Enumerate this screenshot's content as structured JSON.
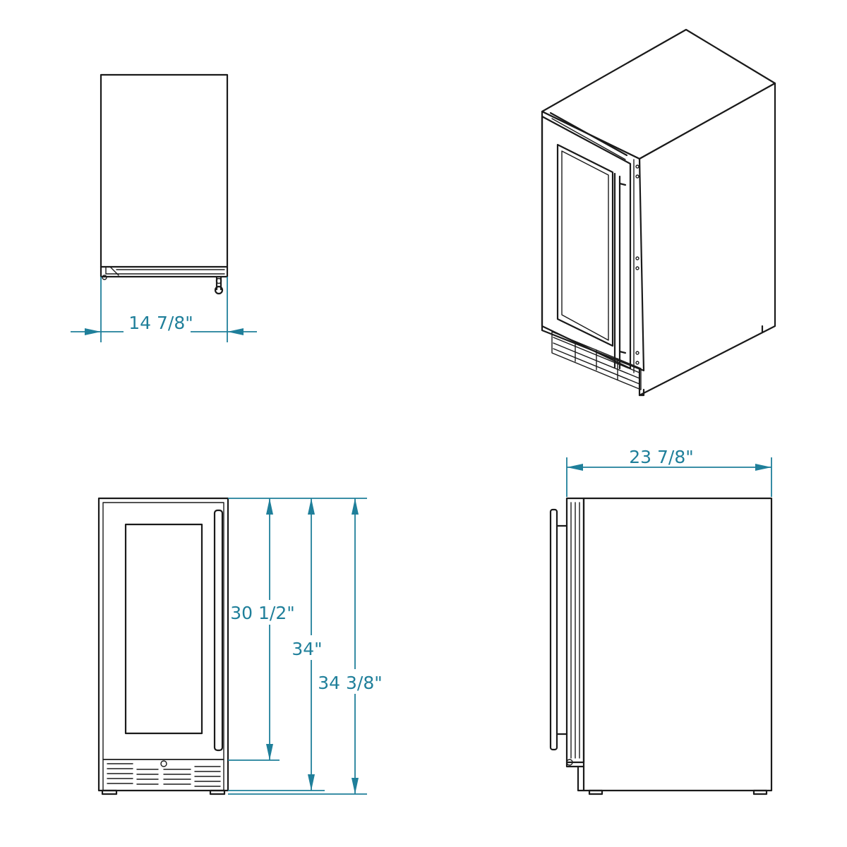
{
  "dimensions": {
    "width": "14 7/8\"",
    "depth": "23 7/8\"",
    "height_door": "30 1/2\"",
    "height_min": "34\"",
    "height_max": "34 3/8\""
  },
  "colors": {
    "dimension_line": "#1f7f9a",
    "outline": "#1a1a1a",
    "background": "#ffffff"
  }
}
